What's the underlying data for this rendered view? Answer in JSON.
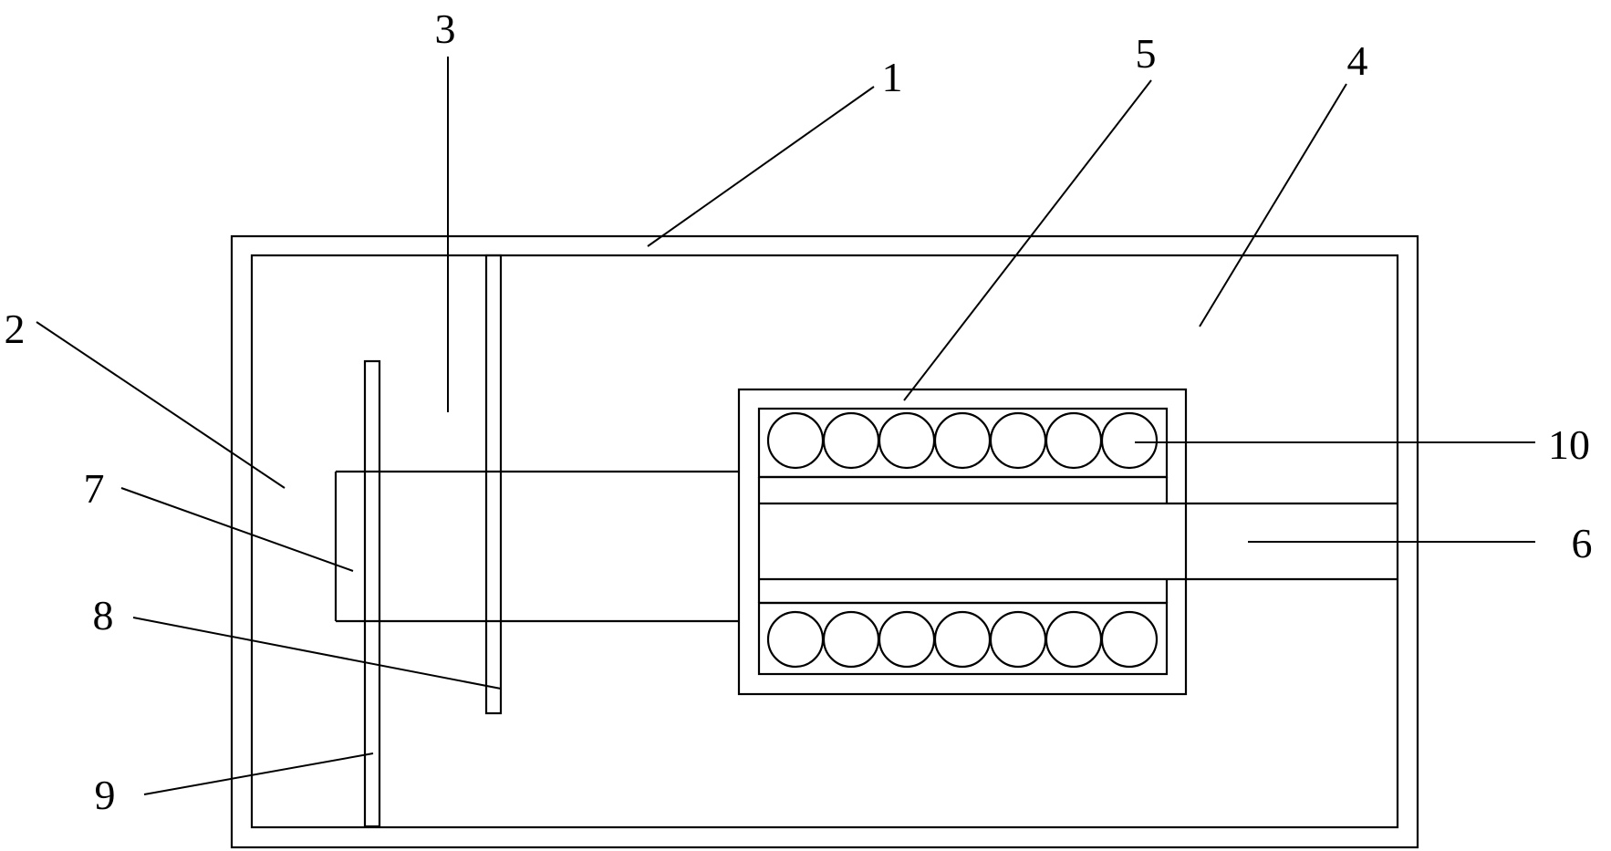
{
  "labels": {
    "l1": "1",
    "l2": "2",
    "l3": "3",
    "l4": "4",
    "l5": "5",
    "l6": "6",
    "l7": "7",
    "l8": "8",
    "l9": "9",
    "l10": "10"
  },
  "coil_rows": {
    "top_turns": 7,
    "bottom_turns": 7
  }
}
